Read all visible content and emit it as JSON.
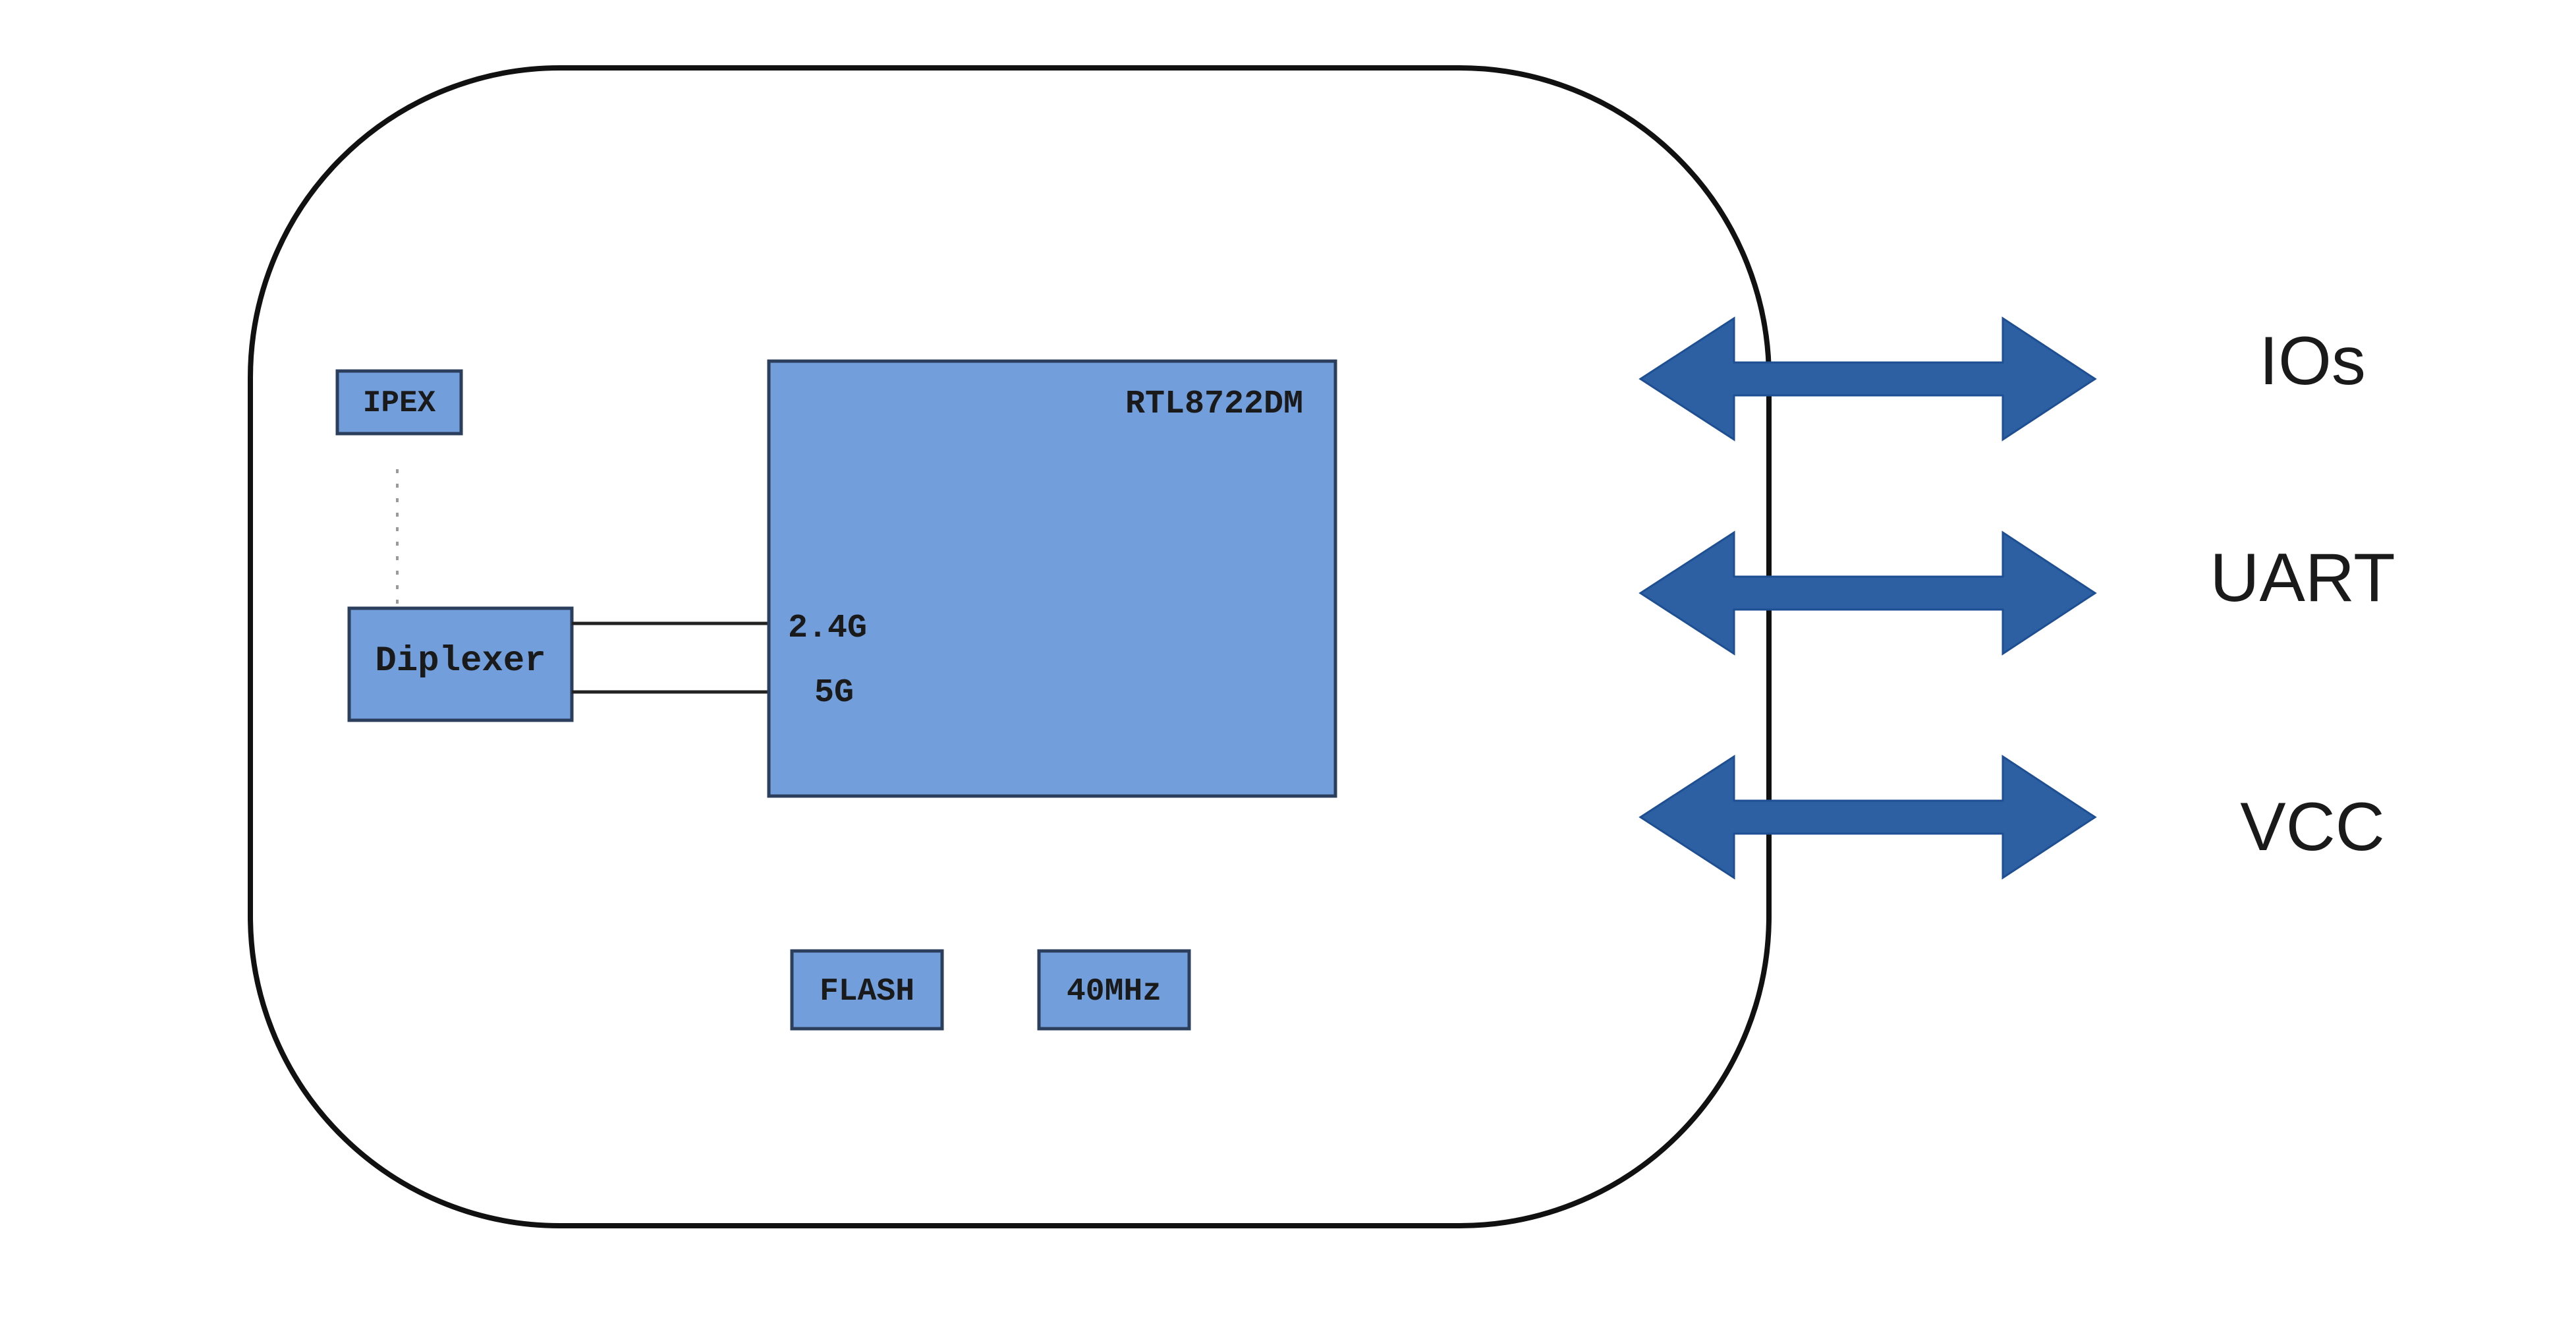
{
  "colors": {
    "chip_fill": "#729fdc",
    "box_stroke": "#2b3f5c",
    "arrow_fill": "#2d5fa3",
    "outline": "#111111",
    "text": "#1a1a1a"
  },
  "module": {
    "antenna_connector": "IPEX",
    "diplexer": "Diplexer",
    "soc": {
      "name": "RTL8722DM",
      "band_24": "2.4G",
      "band_5": "5G"
    },
    "flash": "FLASH",
    "crystal": "40MHz"
  },
  "interfaces": [
    {
      "label": "IOs"
    },
    {
      "label": "UART"
    },
    {
      "label": "VCC"
    }
  ]
}
